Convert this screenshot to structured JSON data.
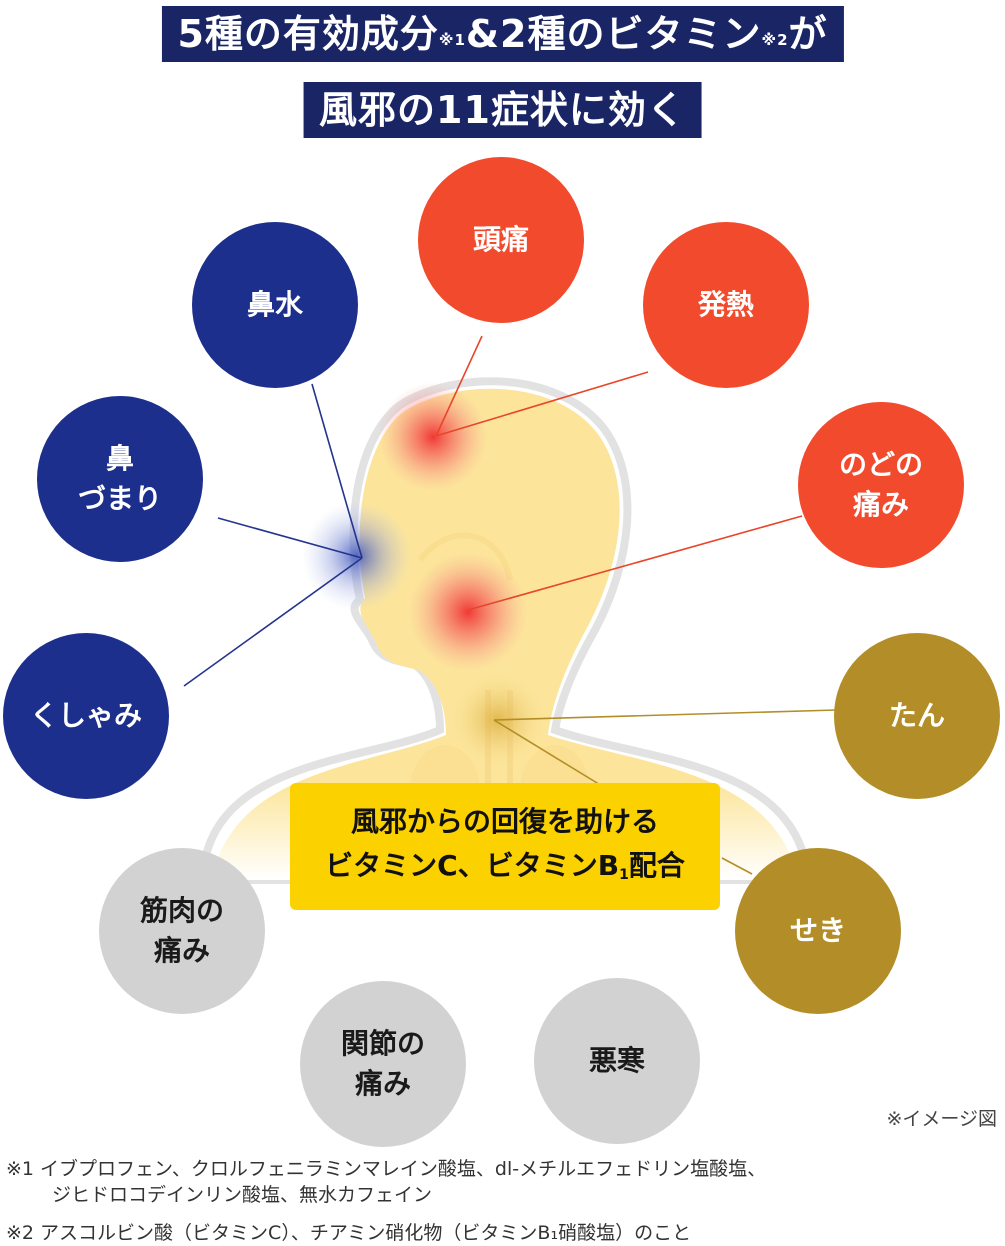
{
  "title": {
    "line1_main": "5種の有効成分",
    "line1_ref1": "※1",
    "line1_mid": "&2種のビタミン",
    "line1_ref2": "※2",
    "line1_end": "が",
    "line2": "風邪の11症状に効く"
  },
  "symptoms": {
    "headache": "頭痛",
    "fever": "発熱",
    "runny_nose": "鼻水",
    "stuffy_nose": "鼻\nづまり",
    "sore_throat": "のどの\n痛み",
    "sneeze": "くしゃみ",
    "phlegm": "たん",
    "cough": "せき",
    "muscle_pain": "筋肉の\n痛み",
    "joint_pain": "関節の\n痛み",
    "chills": "悪寒"
  },
  "callout": {
    "line1": "風邪からの回復を助ける",
    "line2_a": "ビタミンC、ビタミンB",
    "line2_sub": "1",
    "line2_b": "配合"
  },
  "image_caption": "※イメージ図",
  "footnotes": {
    "note1_line1": "※1 イブプロフェン、クロルフェニラミンマレイン酸塩、dl-メチルエフェドリン塩酸塩、",
    "note1_line2": "ジヒドロコデインリン酸塩、無水カフェイン",
    "note2": "※2 アスコルビン酸（ビタミンC）、チアミン硝化物（ビタミンB₁硝酸塩）のこと"
  },
  "colors": {
    "title_bg": "#1a2566",
    "navy": "#1c2f8c",
    "red": "#f24a2c",
    "gold": "#b38e28",
    "gray": "#d2d2d2",
    "callout_bg": "#fbd100",
    "body_fill": "#fce59a"
  }
}
